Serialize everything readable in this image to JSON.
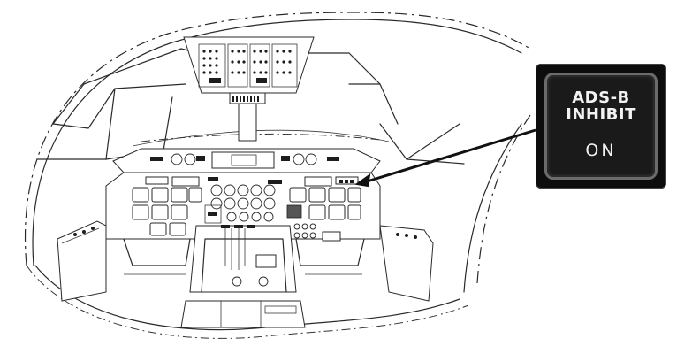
{
  "callout": {
    "line1": "ADS-B",
    "line2": "INHIBIT",
    "status": "ON",
    "background_color": "#0d0d0d",
    "text_color": "#f2f2f2"
  },
  "icons": {
    "arrow": "arrow-icon"
  }
}
